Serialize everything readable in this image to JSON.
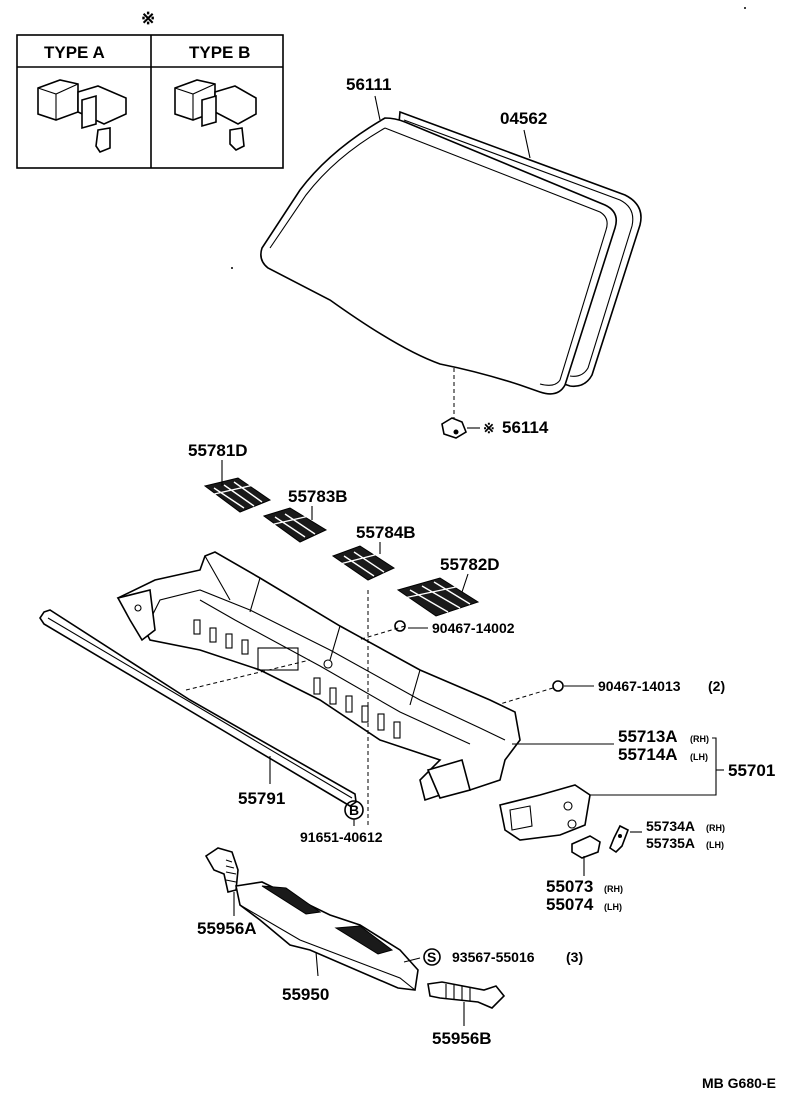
{
  "legend": {
    "mark": "※",
    "type_a": "TYPE A",
    "type_b": "TYPE B"
  },
  "parts": {
    "p56111": "56111",
    "p04562": "04562",
    "p56114_mark": "※",
    "p56114": "56114",
    "p55781d": "55781D",
    "p55783b": "55783B",
    "p55784b": "55784B",
    "p55782d": "55782D",
    "p90467_14002": "90467-14002",
    "p90467_14013": "90467-14013",
    "p90467_14013_qty": "(2)",
    "p55713a": "55713A",
    "p55713a_side": "(RH)",
    "p55714a": "55714A",
    "p55714a_side": "(LH)",
    "p55701": "55701",
    "p55791": "55791",
    "p91651_mark": "B",
    "p91651_40612": "91651-40612",
    "p55734a": "55734A",
    "p55734a_side": "(RH)",
    "p55735a": "55735A",
    "p55735a_side": "(LH)",
    "p55073": "55073",
    "p55073_side": "(RH)",
    "p55074": "55074",
    "p55074_side": "(LH)",
    "p55956a": "55956A",
    "p93567_mark": "S",
    "p93567_55016": "93567-55016",
    "p93567_qty": "(3)",
    "p55950": "55950",
    "p55956b": "55956B"
  },
  "footer": {
    "code": "MB G680-E"
  }
}
